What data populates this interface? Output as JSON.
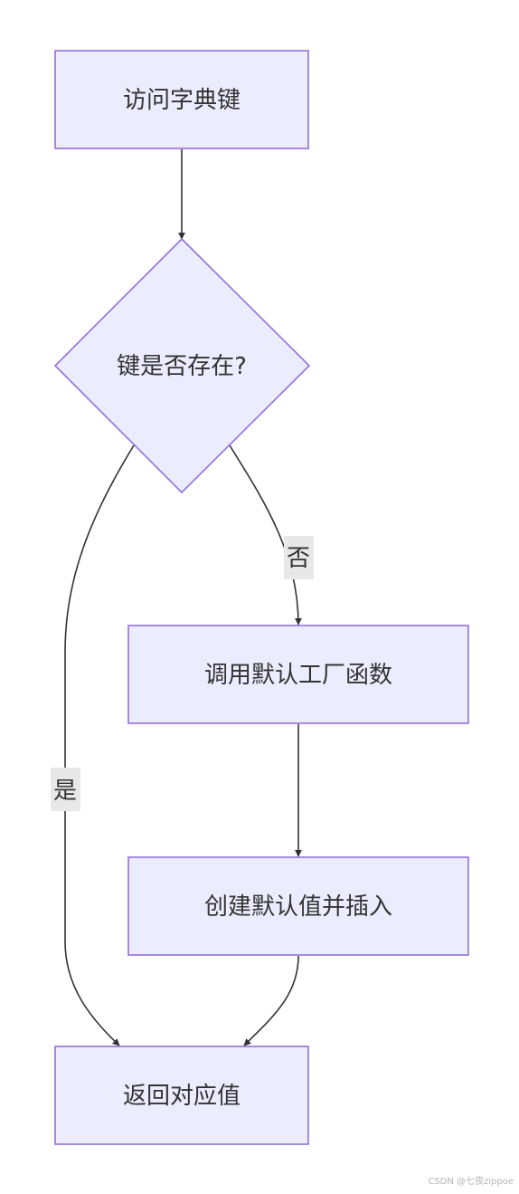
{
  "diagram": {
    "nodes": {
      "access_key": "访问字典键",
      "key_exists": "键是否存在?",
      "call_factory": "调用默认工厂函数",
      "create_insert": "创建默认值并插入",
      "return_value": "返回对应值"
    },
    "edges": {
      "yes_label": "是",
      "no_label": "否"
    }
  },
  "colors": {
    "node_fill": "#ececff",
    "node_stroke": "#9370db",
    "edge_stroke": "#333333",
    "label_bg": "#e8e8e8"
  },
  "watermark": "CSDN @七夜zippoe"
}
